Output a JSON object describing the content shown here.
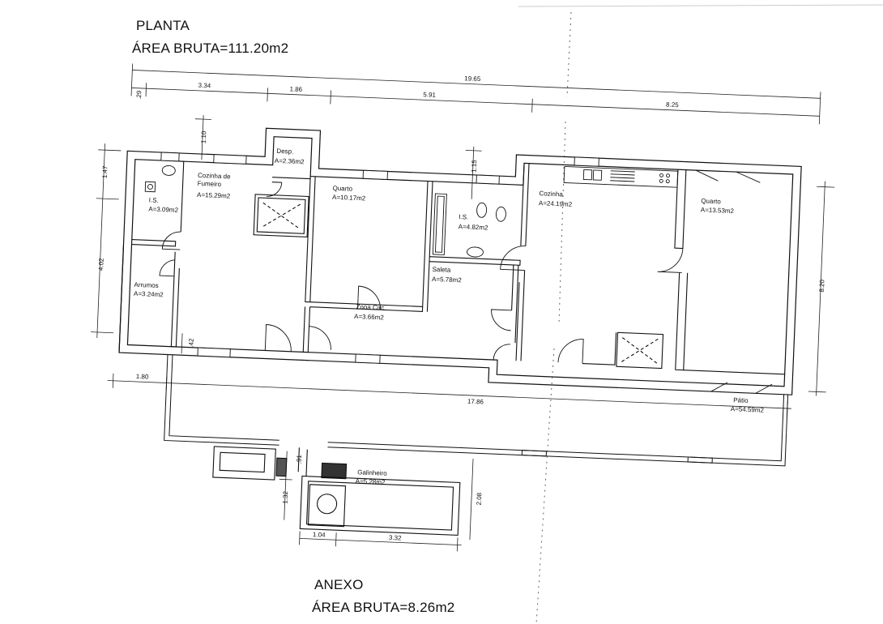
{
  "header": {
    "title": "PLANTA",
    "area": "ÁREA BRUTA=111.20m2"
  },
  "annex_header": {
    "title": "ANEXO",
    "area": "ÁREA BRUTA=8.26m2"
  },
  "dimensions": {
    "overall": "19.65",
    "d_29": ".29",
    "d_334": "3.34",
    "d_186": "1.86",
    "d_591": "5.91",
    "d_825": "8.25",
    "d_110": "1.10",
    "d_115": "1.15",
    "d_147": "1.47",
    "d_402": "4.02",
    "d_42": ".42",
    "d_820": "8.20",
    "d_180": "1.80",
    "d_1786": "17.86",
    "d_91": ".91",
    "d_132": "1.32",
    "d_208": "2.08",
    "d_104": "1.04",
    "d_332": "3.32"
  },
  "rooms": {
    "is_left": {
      "name": "I.S.",
      "area": "A=3.09m2"
    },
    "arrumos": {
      "name": "Arrumos",
      "area": "A=3.24m2"
    },
    "cozinha_fumeiro": {
      "name1": "Cozinha de",
      "name2": "Fumeiro",
      "area": "A=15.29m2"
    },
    "desp": {
      "name": "Desp.",
      "area": "A=2.36m2"
    },
    "quarto_1": {
      "name": "Quarto",
      "area": "A=10.17m2"
    },
    "is_mid": {
      "name": "I.S.",
      "area": "A=4.82m2"
    },
    "saleta": {
      "name": "Saleta",
      "area": "A=5.78m2"
    },
    "zona_circ": {
      "name": "Zona Circ.",
      "area": "A=3.66m2"
    },
    "cozinha": {
      "name": "Cozinha",
      "area": "A=24.19m2"
    },
    "quarto_2": {
      "name": "Quarto",
      "area": "A=13.53m2"
    },
    "patio": {
      "name": "Pátio",
      "area": "A=54.59m2"
    },
    "galinheiro": {
      "name": "Galinheiro",
      "area": "A=5.28m2"
    }
  }
}
